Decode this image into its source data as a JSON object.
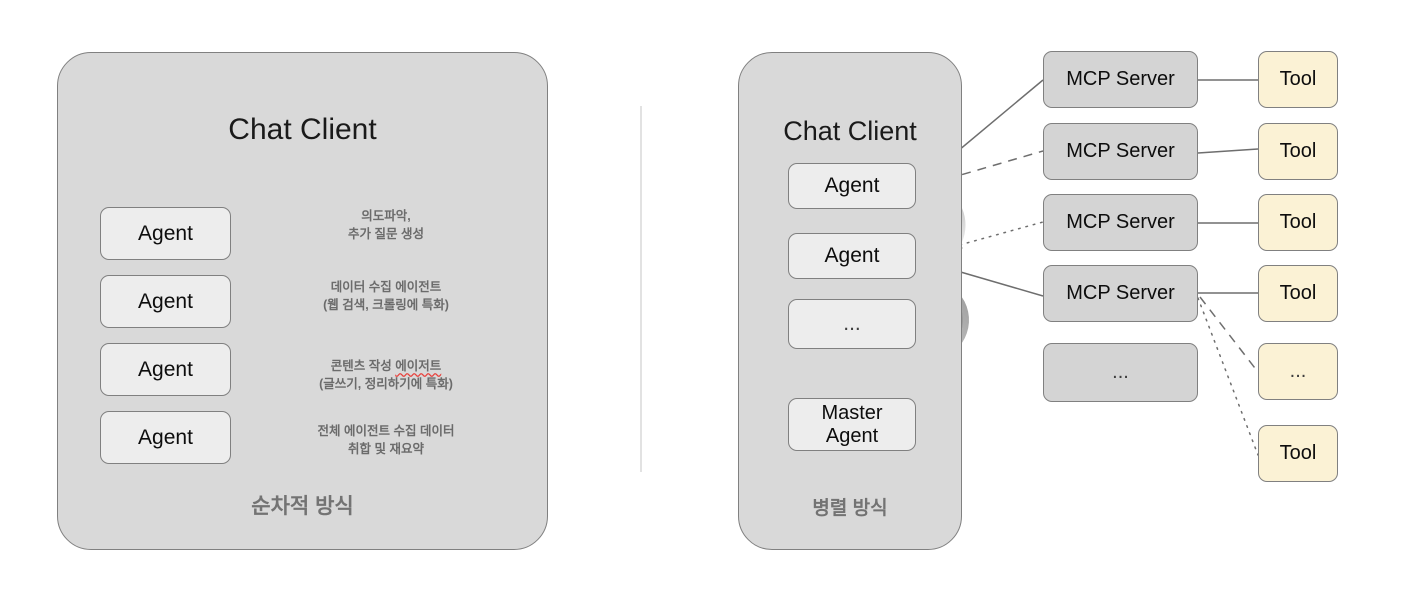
{
  "diagram": {
    "background": "#ffffff",
    "panel_fill": "#d9d9d9",
    "agent_fill": "#ededed",
    "mcp_fill": "#d4d4d4",
    "tool_fill": "#fbf2d5",
    "stroke": "#808080",
    "caption_color": "#6b6b6b"
  },
  "left_panel": {
    "title": "Chat Client",
    "footer": "순차적 방식",
    "agents": [
      {
        "label": "Agent"
      },
      {
        "label": "Agent"
      },
      {
        "label": "Agent"
      },
      {
        "label": "Agent"
      }
    ],
    "captions": [
      {
        "line1": "의도파악,",
        "line2": "추가 질문 생성",
        "misspelled": ""
      },
      {
        "line1": "데이터 수집 에이전트",
        "line2": "(웹 검색, 크롤링에 특화)",
        "misspelled": ""
      },
      {
        "line1": "콘텐츠 작성 ",
        "line2": "(글쓰기, 정리하기에 특화)",
        "misspelled": "에이저트"
      },
      {
        "line1": "전체 에이전트 수집 데이터",
        "line2": "취합 및 재요약",
        "misspelled": ""
      }
    ],
    "arrow_count": 3
  },
  "right_panel": {
    "title": "Chat Client",
    "footer": "병렬 방식",
    "agents": [
      {
        "label": "Agent"
      },
      {
        "label": "Agent"
      },
      {
        "label": "..."
      }
    ],
    "master_agent": "Master\nAgent",
    "cycle_arrows": 2
  },
  "servers": [
    {
      "label": "MCP Server"
    },
    {
      "label": "MCP Server"
    },
    {
      "label": "MCP Server"
    },
    {
      "label": "MCP Server"
    },
    {
      "label": "..."
    }
  ],
  "tools": [
    {
      "label": "Tool"
    },
    {
      "label": "Tool"
    },
    {
      "label": "Tool"
    },
    {
      "label": "Tool"
    },
    {
      "label": "..."
    },
    {
      "label": "Tool"
    }
  ],
  "connections": {
    "agent_to_server": [
      {
        "from": "agent-1",
        "to": "mcp-server-1",
        "style": "solid"
      },
      {
        "from": "agent-1",
        "to": "mcp-server-2",
        "style": "dashed"
      },
      {
        "from": "agent-2",
        "to": "mcp-server-3",
        "style": "dotted"
      },
      {
        "from": "agent-2",
        "to": "mcp-server-4",
        "style": "solid"
      }
    ],
    "server_to_tool": [
      {
        "from": "mcp-server-1",
        "to": "tool-1",
        "style": "solid"
      },
      {
        "from": "mcp-server-2",
        "to": "tool-2",
        "style": "solid"
      },
      {
        "from": "mcp-server-3",
        "to": "tool-3",
        "style": "solid"
      },
      {
        "from": "mcp-server-4",
        "to": "tool-4",
        "style": "solid"
      },
      {
        "from": "mcp-server-4",
        "to": "tool-5",
        "style": "dashed"
      },
      {
        "from": "mcp-server-4",
        "to": "tool-6",
        "style": "dotted"
      }
    ]
  }
}
